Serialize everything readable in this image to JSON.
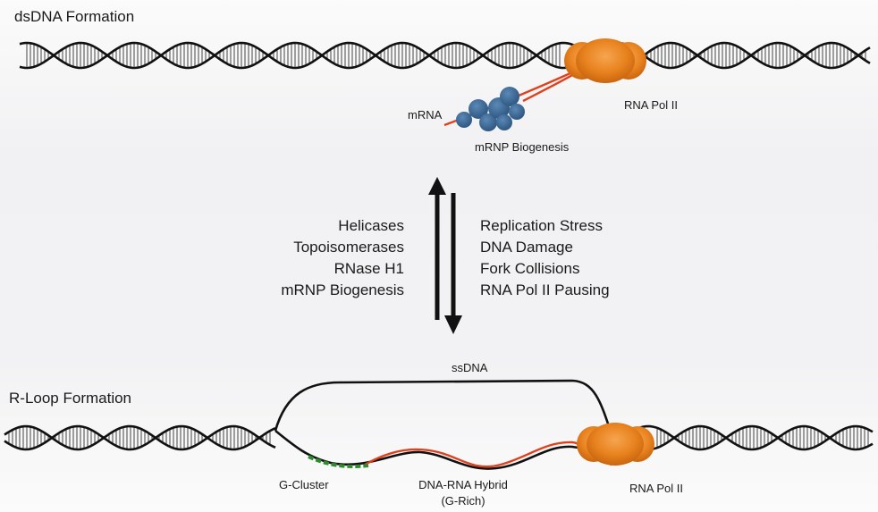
{
  "top": {
    "title": "dsDNA Formation",
    "mrna_label": "mRNA",
    "mrnp_label": "mRNP Biogenesis",
    "polymerase_label": "RNA Pol II"
  },
  "left_factors": [
    "Helicases",
    "Topoisomerases",
    "RNase H1",
    "mRNP Biogenesis"
  ],
  "right_factors": [
    "Replication Stress",
    "DNA Damage",
    "Fork Collisions",
    "RNA Pol II Pausing"
  ],
  "bottom": {
    "title": "R-Loop Formation",
    "ssdna_label": "ssDNA",
    "gcluster_label": "G-Cluster",
    "hybrid_label_line1": "DNA-RNA Hybrid",
    "hybrid_label_line2": "(G-Rich)",
    "polymerase_label": "RNA Pol II"
  },
  "colors": {
    "dna_strand": "#111111",
    "rna": "#e0401c",
    "polymerase": "#e8821e",
    "mrnp": "#3d6b9a",
    "g_cluster": "#2e8b2e"
  }
}
